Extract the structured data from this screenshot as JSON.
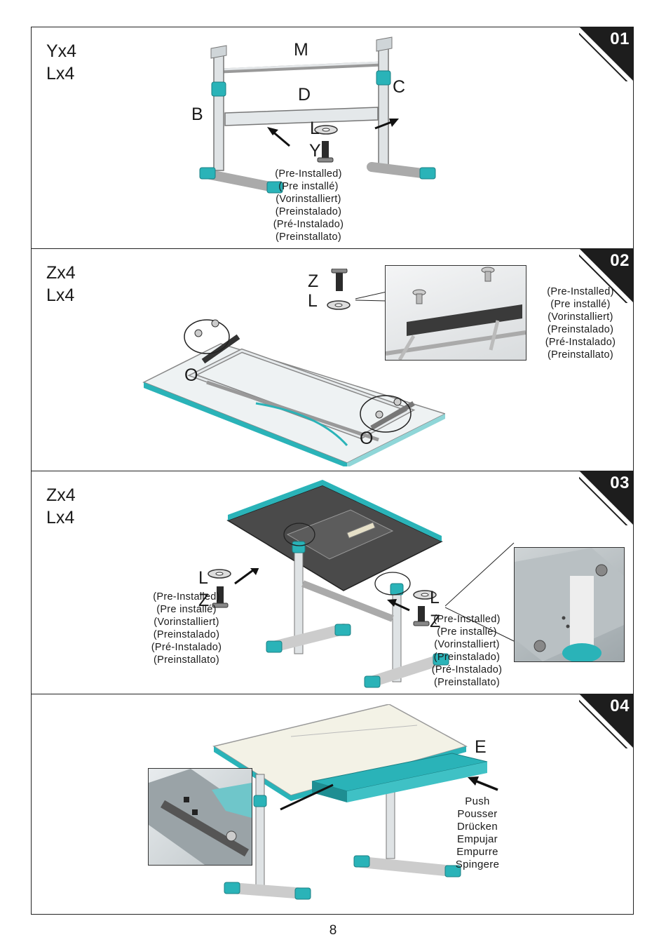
{
  "steps": [
    {
      "number": "01",
      "quantities": [
        "Yx4",
        "Lx4"
      ],
      "labels": {
        "m": "M",
        "c": "C",
        "d": "D",
        "b": "B",
        "l": "L",
        "y": "Y"
      },
      "note": [
        "(Pre-Installed)",
        "(Pre installé)",
        "(Vorinstalliert)",
        "(Preinstalado)",
        "(Pré-Instalado)",
        "(Preinstallato)"
      ]
    },
    {
      "number": "02",
      "quantities": [
        "Zx4",
        "Lx4"
      ],
      "labels": {
        "z": "Z",
        "l": "L",
        "o1": "O",
        "o2": "O"
      },
      "note": [
        "(Pre-Installed)",
        "(Pre installé)",
        "(Vorinstalliert)",
        "(Preinstalado)",
        "(Pré-Instalado)",
        "(Preinstallato)"
      ]
    },
    {
      "number": "03",
      "quantities": [
        "Zx4",
        "Lx4"
      ],
      "labels": {
        "l_left": "L",
        "z_left": "Z",
        "l_right": "L",
        "z_right": "Z"
      },
      "note_left": [
        "(Pre-Installed)",
        "(Pre installé)",
        "(Vorinstalliert)",
        "(Preinstalado)",
        "(Pré-Instalado)",
        "(Preinstallato)"
      ],
      "note_right": [
        "(Pre-Installed)",
        "(Pre installé)",
        "(Vorinstalliert)",
        "(Preinstalado)",
        "(Pré-Instalado)",
        "(Preinstallato)"
      ]
    },
    {
      "number": "04",
      "labels": {
        "e": "E"
      },
      "push": [
        "Push",
        "Pousser",
        "Drücken",
        "Empujar",
        "Empurre",
        "Spingere"
      ]
    }
  ],
  "page_number": "8",
  "colors": {
    "accent": "#2ab3b8",
    "frame": "#222222",
    "metal": "#d8dde0"
  }
}
